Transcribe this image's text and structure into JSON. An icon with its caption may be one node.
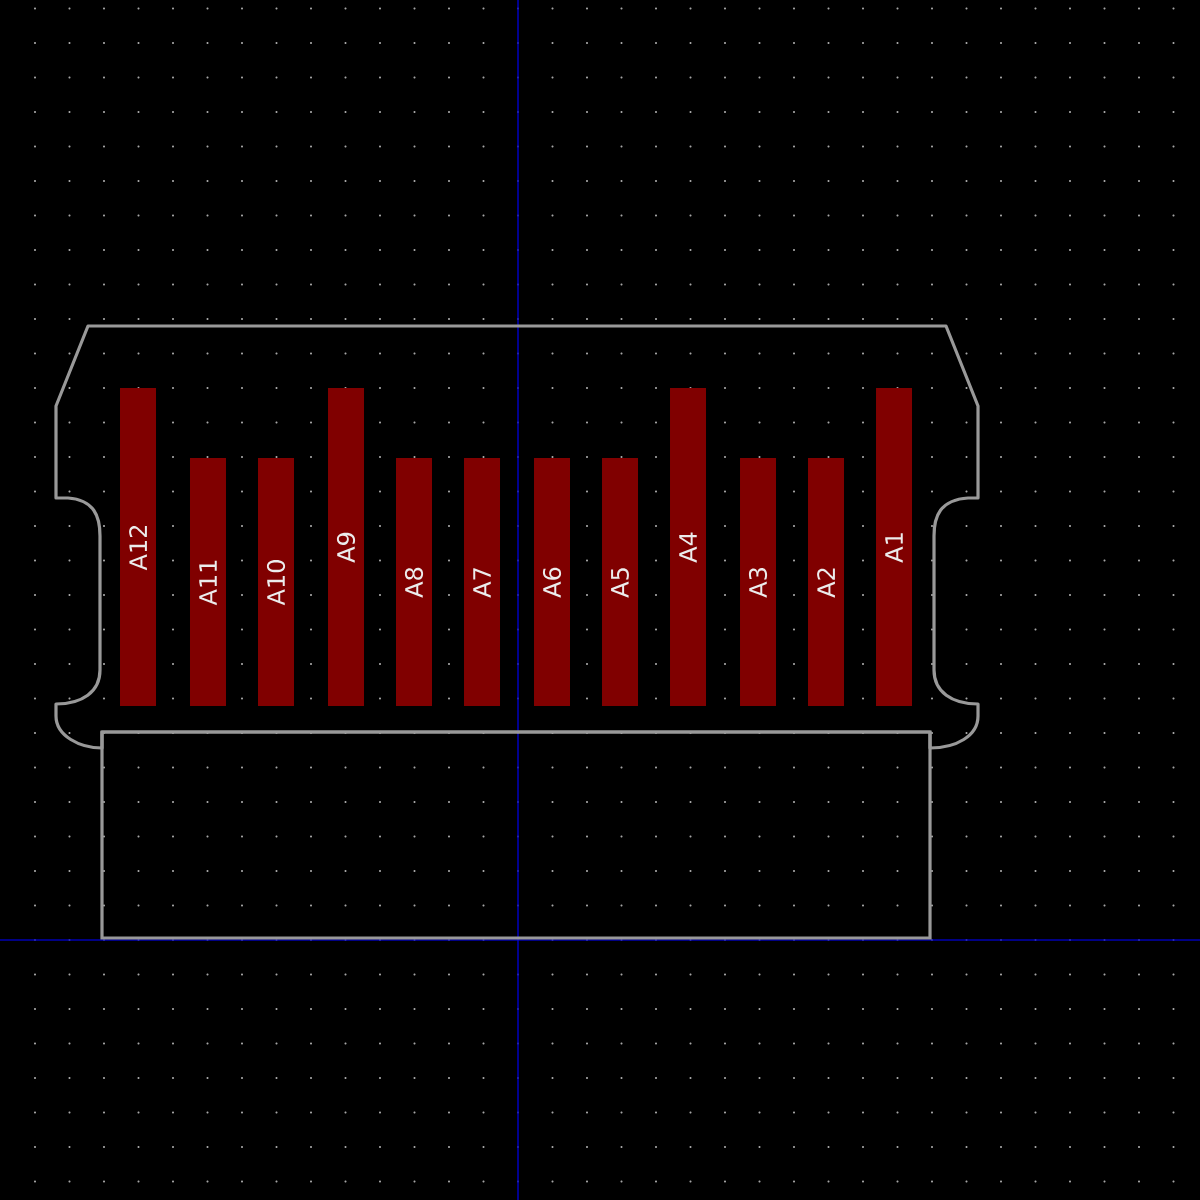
{
  "diagram": {
    "nodes": [
      {
        "text": [
          "A12"
        ]
      },
      {
        "text": [
          "A11"
        ]
      },
      {
        "text": [
          "A10"
        ]
      },
      {
        "text": [
          "A9"
        ]
      },
      {
        "text": [
          "A8"
        ]
      },
      {
        "text": [
          "A7"
        ]
      },
      {
        "text": [
          "A6"
        ]
      },
      {
        "text": [
          "A5"
        ]
      },
      {
        "text": [
          "A4"
        ]
      },
      {
        "text": [
          "A3"
        ]
      },
      {
        "text": [
          "A2"
        ]
      },
      {
        "text": [
          "A1"
        ]
      }
    ]
  }
}
